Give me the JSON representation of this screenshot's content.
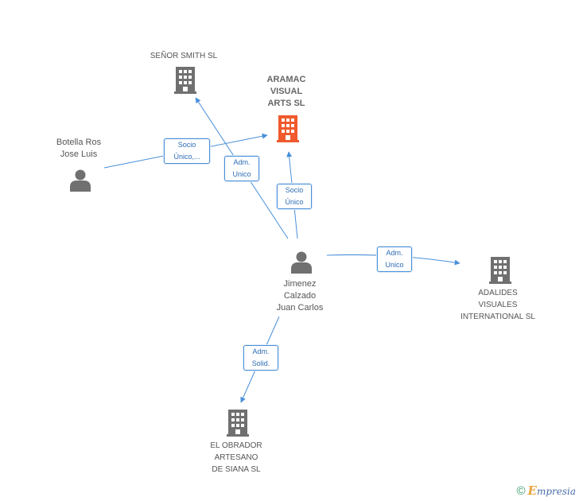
{
  "colors": {
    "edge": "#4a90d9",
    "node_icon": "#707070",
    "focus_icon": "#f05a2c"
  },
  "nodes": {
    "aramac": {
      "label": "ARAMAC\nVISUAL\nARTS SL",
      "icon": "building-icon"
    },
    "senor_smith": {
      "label": "SEÑOR SMITH SL",
      "icon": "building-icon"
    },
    "botella": {
      "label": "Botella Ros\nJose Luis",
      "icon": "person-icon"
    },
    "jimenez": {
      "label": "Jimenez\nCalzado\nJuan Carlos",
      "icon": "person-icon"
    },
    "adalides": {
      "label": "ADALIDES\nVISUALES\nINTERNATIONAL SL",
      "icon": "building-icon"
    },
    "obrador": {
      "label": "EL OBRADOR\nARTESANO\nDE SIANA  SL",
      "icon": "building-icon"
    }
  },
  "edges": {
    "botella_aramac": "Socio\nÚnico,...",
    "jimenez_senor": "Adm.\nUnico",
    "jimenez_aramac": "Socio\nÚnico",
    "jimenez_adalides": "Adm.\nUnico",
    "jimenez_obrador": "Adm.\nSolid."
  },
  "footer": {
    "copyright": "©",
    "brand_initial": "E",
    "brand_rest": "mpresia"
  }
}
